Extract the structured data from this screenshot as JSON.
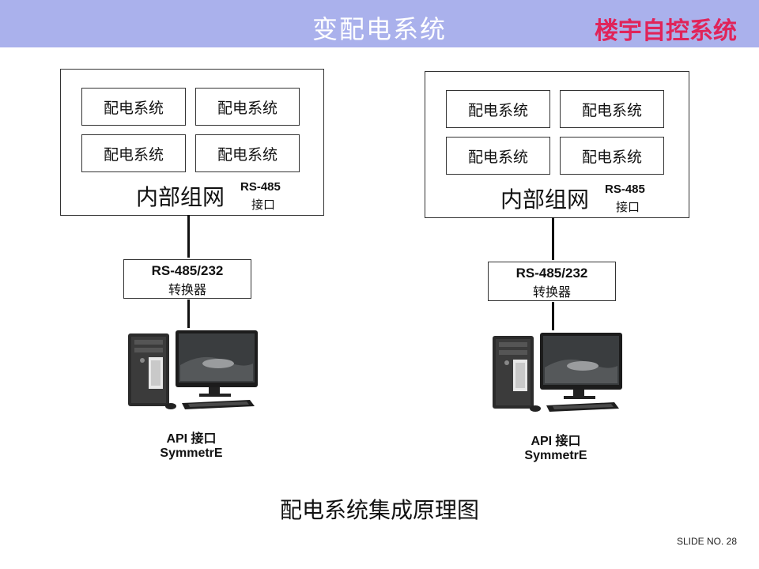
{
  "header": {
    "title": "变配电系统",
    "brand": "楼宇自控系统"
  },
  "systems": [
    {
      "cells": [
        "配电系统",
        "配电系统",
        "配电系统",
        "配电系统"
      ],
      "network_label": "内部组网",
      "port_line1": "RS-485",
      "port_line2": "接口",
      "converter_line1": "RS-485/232",
      "converter_line2": "转换器",
      "api_line1": "API 接口",
      "api_line2": "SymmetrE"
    },
    {
      "cells": [
        "配电系统",
        "配电系统",
        "配电系统",
        "配电系统"
      ],
      "network_label": "内部组网",
      "port_line1": "RS-485",
      "port_line2": "接口",
      "converter_line1": "RS-485/232",
      "converter_line2": "转换器",
      "api_line1": "API 接口",
      "api_line2": "SymmetrE"
    }
  ],
  "caption": "配电系统集成原理图",
  "slide_number": "SLIDE NO. 28"
}
